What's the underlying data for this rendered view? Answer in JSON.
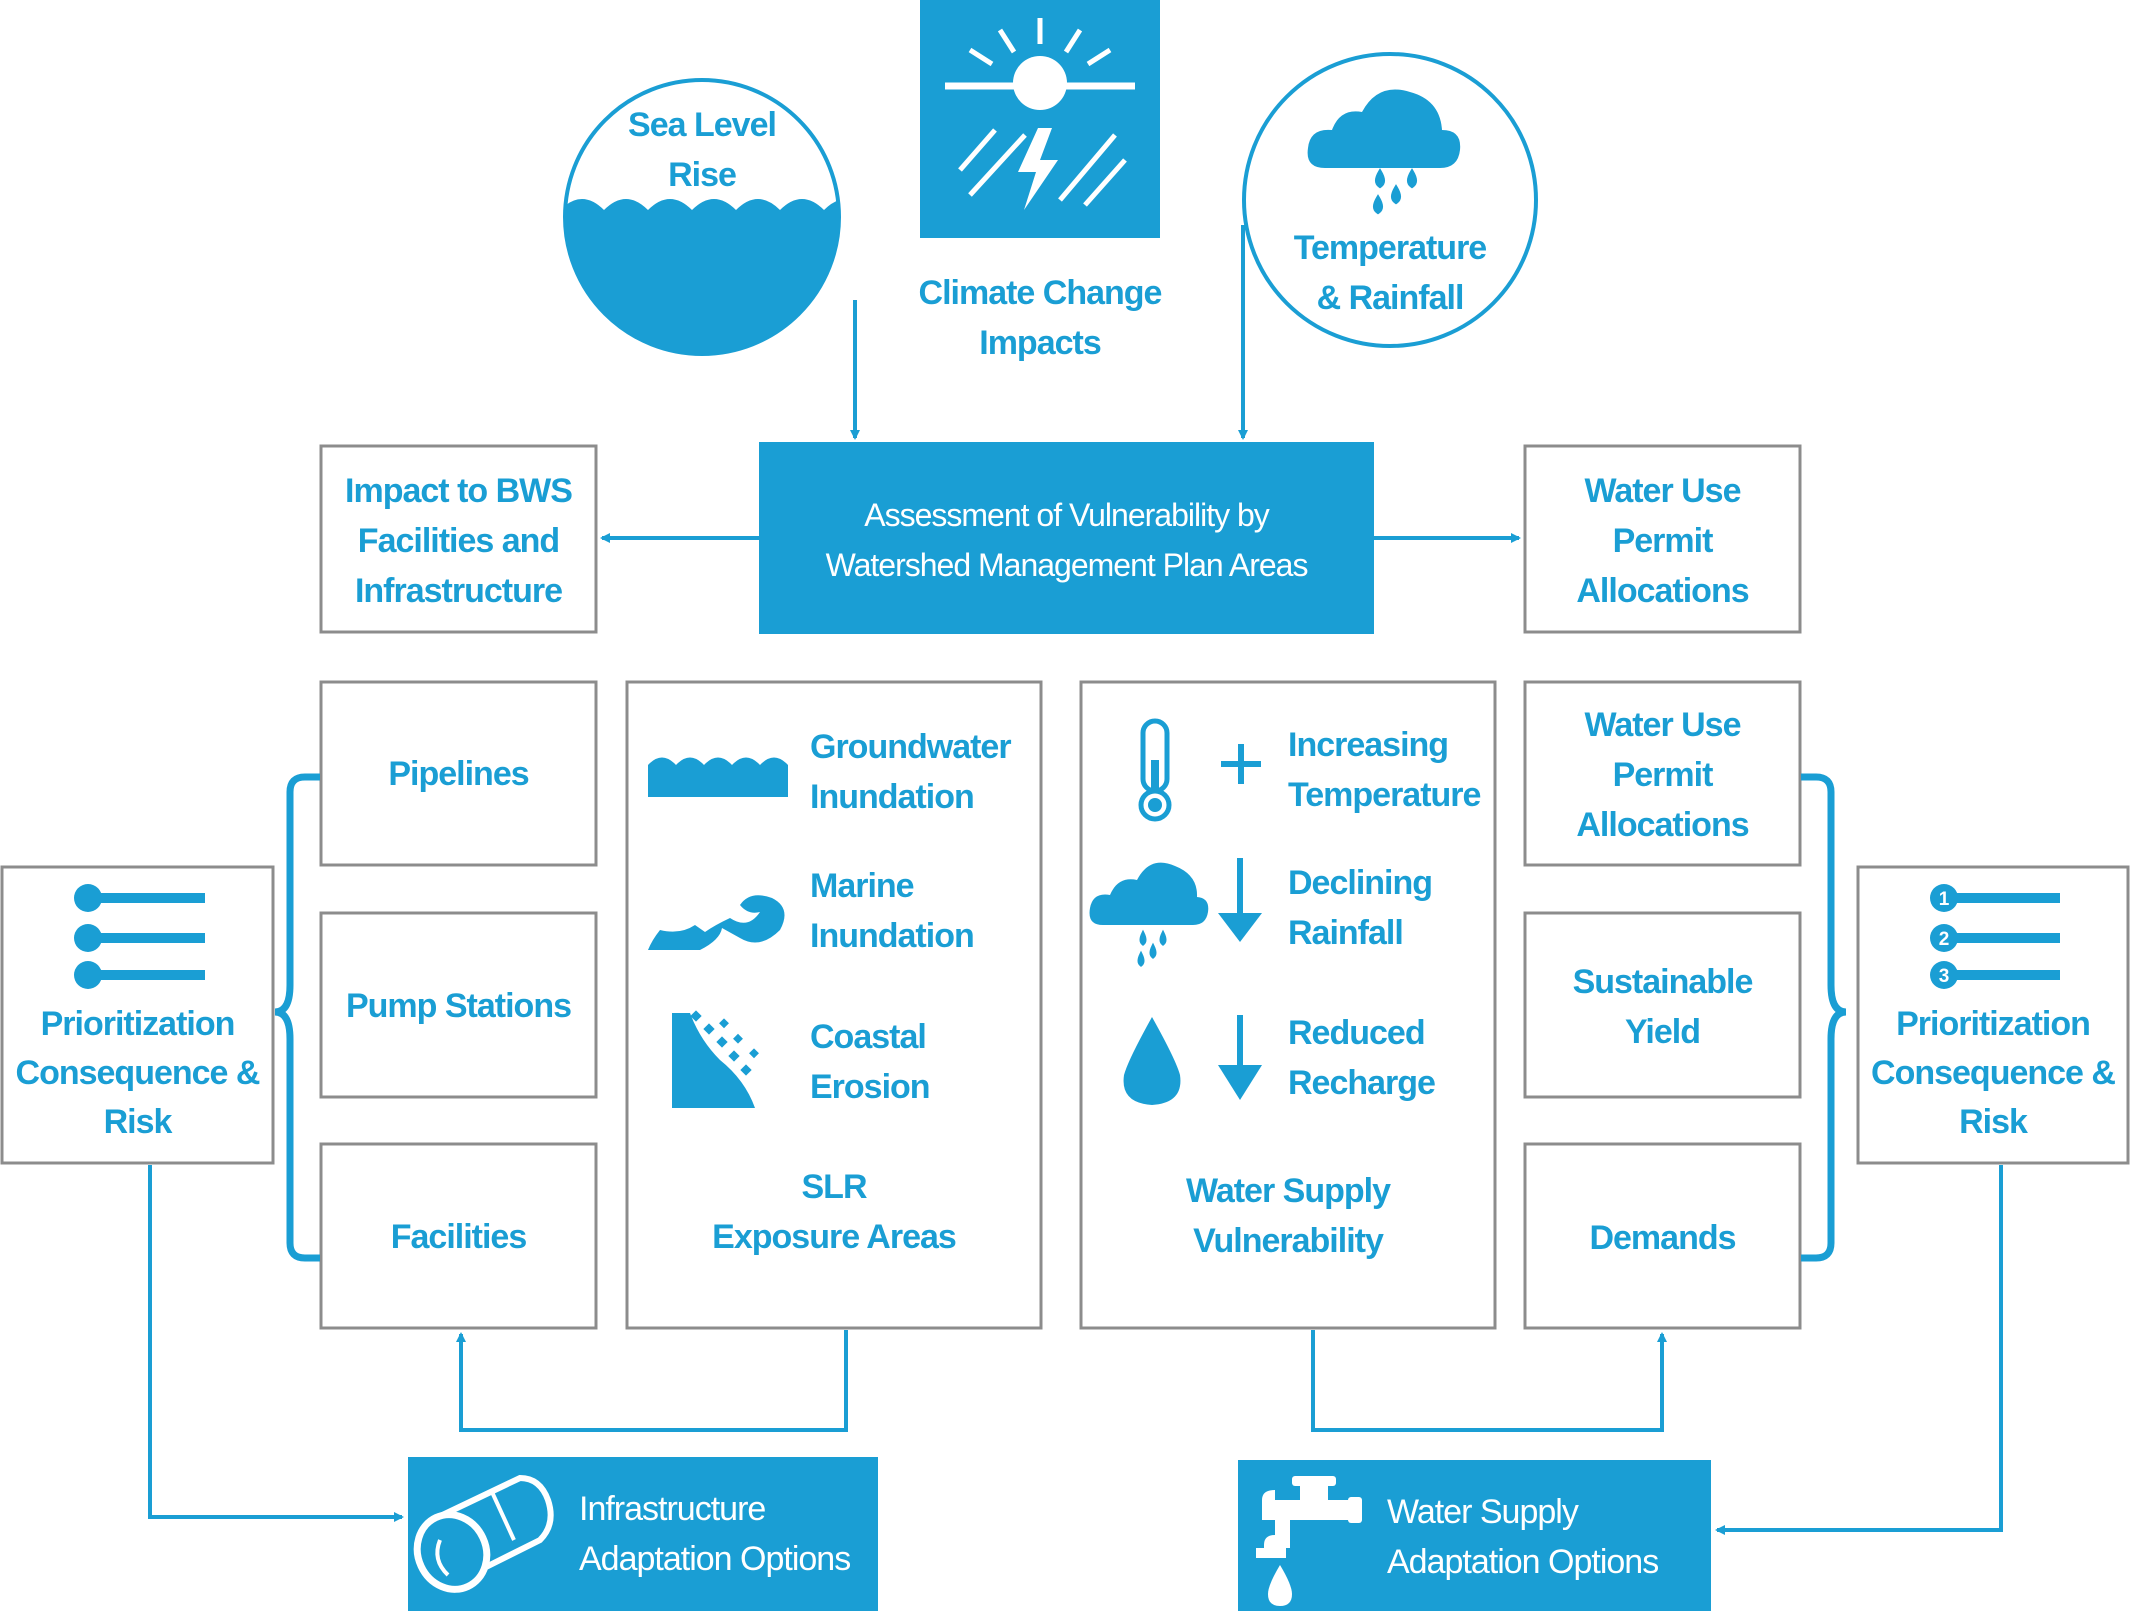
{
  "colors": {
    "accent": "#1a9ed4",
    "box_border": "#8c8c8c",
    "background": "#ffffff",
    "inverse_text": "#ffffff"
  },
  "top": {
    "sea_level": [
      "Sea Level",
      "Rise"
    ],
    "climate": [
      "Climate Change",
      "Impacts"
    ],
    "temperature": [
      "Temperature",
      "& Rainfall"
    ]
  },
  "assessment": [
    "Assessment of Vulnerability by",
    "Watershed Management Plan Areas"
  ],
  "impact_box": [
    "Impact to BWS",
    "Facilities and",
    "Infrastructure"
  ],
  "permit_top": [
    "Water Use",
    "Permit",
    "Allocations"
  ],
  "infra": {
    "pipelines": "Pipelines",
    "pump_stations": "Pump Stations",
    "facilities": "Facilities"
  },
  "slr": {
    "groundwater": [
      "Groundwater",
      "Inundation"
    ],
    "marine": [
      "Marine",
      "Inundation"
    ],
    "coastal": [
      "Coastal",
      "Erosion"
    ],
    "title": [
      "SLR",
      "Exposure Areas"
    ]
  },
  "supply_vuln": {
    "temperature": [
      "Increasing",
      "Temperature"
    ],
    "rainfall": [
      "Declining",
      "Rainfall"
    ],
    "recharge": [
      "Reduced",
      "Recharge"
    ],
    "title": [
      "Water Supply",
      "Vulnerability"
    ]
  },
  "supply": {
    "permit": [
      "Water Use",
      "Permit",
      "Allocations"
    ],
    "yield": [
      "Sustainable",
      "Yield"
    ],
    "demands": "Demands"
  },
  "prioritization_left": [
    "Prioritization",
    "Consequence &",
    "Risk"
  ],
  "prioritization_right": [
    "Prioritization",
    "Consequence &",
    "Risk"
  ],
  "ranks": [
    "1",
    "2",
    "3"
  ],
  "infra_adapt": [
    "Infrastructure",
    "Adaptation Options"
  ],
  "supply_adapt": [
    "Water Supply",
    "Adaptation Options"
  ],
  "icons": [
    "sea-wave-icon",
    "sun-storm-icon",
    "rain-cloud-icon",
    "groundwater-wave-icon",
    "marine-wave-icon",
    "coastal-erosion-icon",
    "thermometer-icon",
    "plus-icon",
    "cloud-rain-icon",
    "down-arrow-icon",
    "water-drop-icon",
    "bullet-list-icon",
    "numbered-list-icon",
    "pipe-icon",
    "faucet-icon"
  ]
}
